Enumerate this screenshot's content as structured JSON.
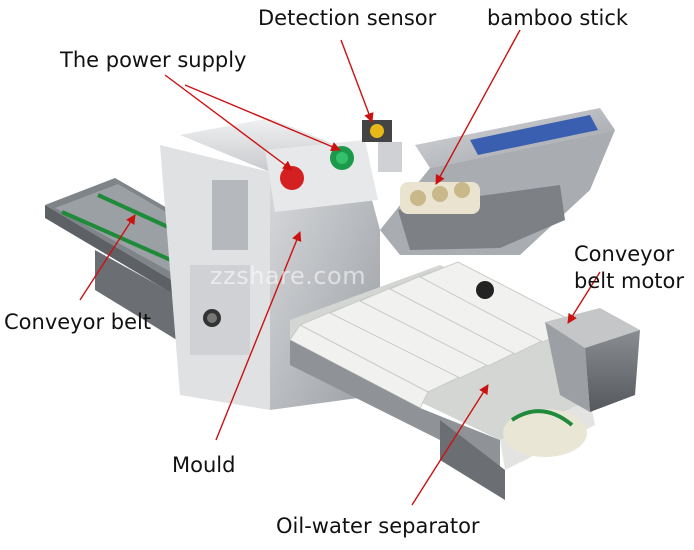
{
  "labels": {
    "detection_sensor": "Detection sensor",
    "bamboo_stick": "bamboo stick",
    "power_supply": "The power supply",
    "conveyor_belt_motor_line1": "Conveyor",
    "conveyor_belt_motor_line2": "belt motor",
    "conveyor_belt": "Conveyor belt",
    "mould": "Mould",
    "oil_water_separator": "Oil-water separator"
  },
  "watermark": "zzshare.com",
  "colors": {
    "arrow": "#cc1111",
    "steel": "#b9bcc0",
    "belt_green": "#1f8a3a",
    "mould_white": "#f1f2ef",
    "button_red": "#d42020",
    "button_green": "#1a9a4a",
    "sensor_yellow": "#e8b818"
  }
}
